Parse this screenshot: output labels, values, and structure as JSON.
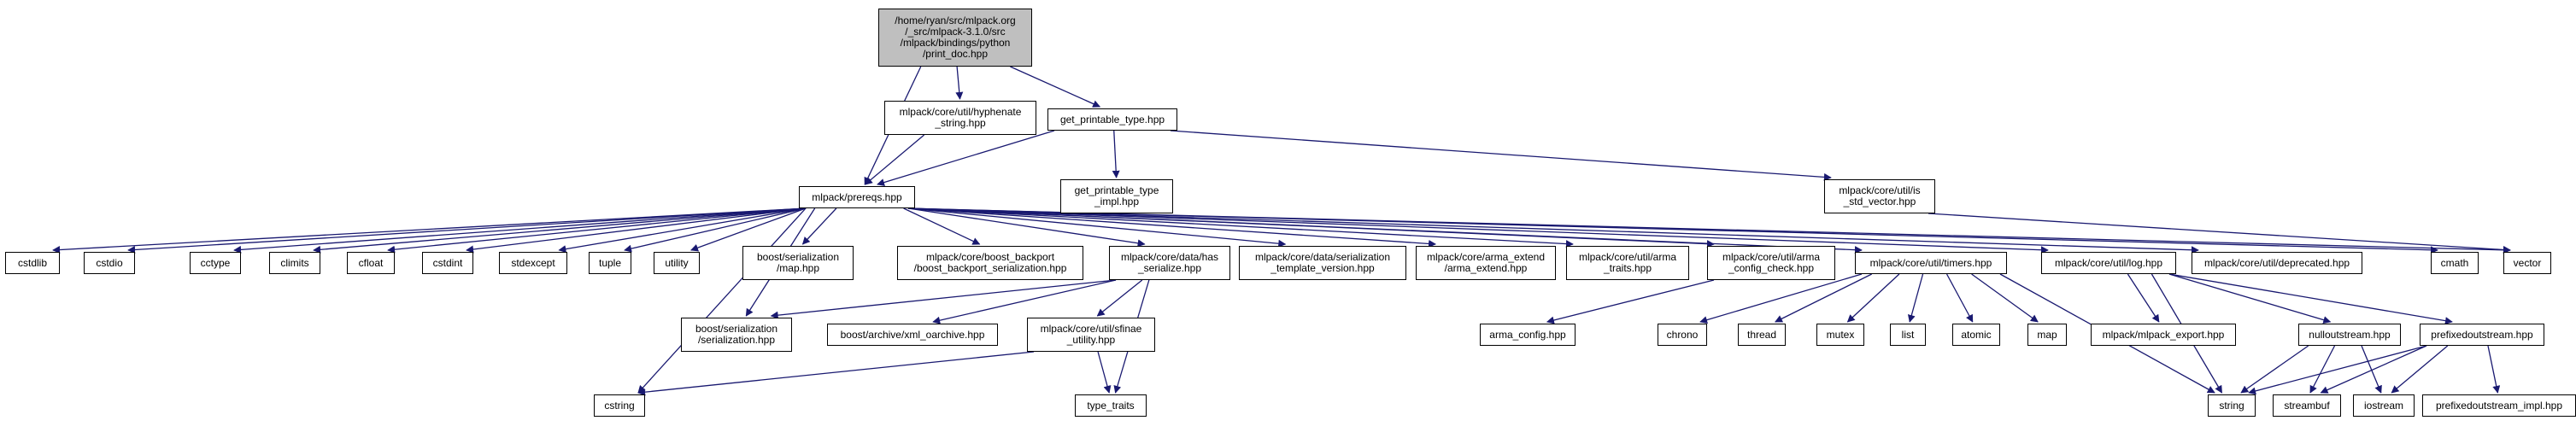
{
  "diagram": {
    "kind": "doxygen-include-dependency-graph",
    "background_color": "#ffffff",
    "edge_color": "#191970",
    "node_border_color": "#000000",
    "node_fill_color": "#ffffff",
    "root_fill_color": "#bfbfbf"
  },
  "nodes": {
    "print_doc": {
      "label": "/home/ryan/src/mlpack.org\n/_src/mlpack-3.1.0/src\n/mlpack/bindings/python\n/print_doc.hpp"
    },
    "hyphenate_string": {
      "label": "mlpack/core/util/hyphenate\n_string.hpp"
    },
    "get_printable_type": {
      "label": "get_printable_type.hpp"
    },
    "prereqs": {
      "label": "mlpack/prereqs.hpp"
    },
    "get_printable_type_impl": {
      "label": "get_printable_type\n_impl.hpp"
    },
    "is_std_vector": {
      "label": "mlpack/core/util/is\n_std_vector.hpp"
    },
    "cstdlib": {
      "label": "cstdlib"
    },
    "cstdio": {
      "label": "cstdio"
    },
    "cctype": {
      "label": "cctype"
    },
    "climits": {
      "label": "climits"
    },
    "cfloat": {
      "label": "cfloat"
    },
    "cstdint": {
      "label": "cstdint"
    },
    "stdexcept": {
      "label": "stdexcept"
    },
    "tuple": {
      "label": "tuple"
    },
    "utility": {
      "label": "utility"
    },
    "ser_map": {
      "label": "boost/serialization\n/map.hpp"
    },
    "boost_backport": {
      "label": "mlpack/core/boost_backport\n/boost_backport_serialization.hpp"
    },
    "has_serialize": {
      "label": "mlpack/core/data/has\n_serialize.hpp"
    },
    "ser_template_version": {
      "label": "mlpack/core/data/serialization\n_template_version.hpp"
    },
    "arma_extend": {
      "label": "mlpack/core/arma_extend\n/arma_extend.hpp"
    },
    "arma_traits": {
      "label": "mlpack/core/util/arma\n_traits.hpp"
    },
    "arma_config_check": {
      "label": "mlpack/core/util/arma\n_config_check.hpp"
    },
    "timers": {
      "label": "mlpack/core/util/timers.hpp"
    },
    "log": {
      "label": "mlpack/core/util/log.hpp"
    },
    "deprecated": {
      "label": "mlpack/core/util/deprecated.hpp"
    },
    "cmath": {
      "label": "cmath"
    },
    "vector": {
      "label": "vector"
    },
    "ser_serialization": {
      "label": "boost/serialization\n/serialization.hpp"
    },
    "xml_oarchive": {
      "label": "boost/archive/xml_oarchive.hpp"
    },
    "sfinae_utility": {
      "label": "mlpack/core/util/sfinae\n_utility.hpp"
    },
    "arma_config": {
      "label": "arma_config.hpp"
    },
    "chrono": {
      "label": "chrono"
    },
    "thread": {
      "label": "thread"
    },
    "mutex": {
      "label": "mutex"
    },
    "list": {
      "label": "list"
    },
    "atomic": {
      "label": "atomic"
    },
    "map": {
      "label": "map"
    },
    "mlpack_export": {
      "label": "mlpack/mlpack_export.hpp"
    },
    "nulloutstream": {
      "label": "nulloutstream.hpp"
    },
    "prefixedoutstream": {
      "label": "prefixedoutstream.hpp"
    },
    "cstring": {
      "label": "cstring"
    },
    "type_traits": {
      "label": "type_traits"
    },
    "string": {
      "label": "string"
    },
    "streambuf": {
      "label": "streambuf"
    },
    "iostream": {
      "label": "iostream"
    },
    "prefixedoutstream_impl": {
      "label": "prefixedoutstream_impl.hpp"
    }
  },
  "edges": [
    {
      "from": "print_doc",
      "to": "hyphenate_string"
    },
    {
      "from": "print_doc",
      "to": "get_printable_type"
    },
    {
      "from": "print_doc",
      "to": "prereqs"
    },
    {
      "from": "hyphenate_string",
      "to": "prereqs"
    },
    {
      "from": "get_printable_type",
      "to": "get_printable_type_impl"
    },
    {
      "from": "get_printable_type",
      "to": "prereqs"
    },
    {
      "from": "get_printable_type",
      "to": "is_std_vector"
    },
    {
      "from": "prereqs",
      "to": "cstdlib"
    },
    {
      "from": "prereqs",
      "to": "cstdio"
    },
    {
      "from": "prereqs",
      "to": "cstring"
    },
    {
      "from": "prereqs",
      "to": "cctype"
    },
    {
      "from": "prereqs",
      "to": "climits"
    },
    {
      "from": "prereqs",
      "to": "cfloat"
    },
    {
      "from": "prereqs",
      "to": "cstdint"
    },
    {
      "from": "prereqs",
      "to": "stdexcept"
    },
    {
      "from": "prereqs",
      "to": "tuple"
    },
    {
      "from": "prereqs",
      "to": "utility"
    },
    {
      "from": "prereqs",
      "to": "ser_serialization"
    },
    {
      "from": "prereqs",
      "to": "ser_map"
    },
    {
      "from": "prereqs",
      "to": "boost_backport"
    },
    {
      "from": "prereqs",
      "to": "has_serialize"
    },
    {
      "from": "prereqs",
      "to": "ser_template_version"
    },
    {
      "from": "prereqs",
      "to": "arma_extend"
    },
    {
      "from": "prereqs",
      "to": "arma_traits"
    },
    {
      "from": "prereqs",
      "to": "arma_config_check"
    },
    {
      "from": "prereqs",
      "to": "timers"
    },
    {
      "from": "prereqs",
      "to": "log"
    },
    {
      "from": "prereqs",
      "to": "deprecated"
    },
    {
      "from": "prereqs",
      "to": "cmath"
    },
    {
      "from": "prereqs",
      "to": "vector"
    },
    {
      "from": "is_std_vector",
      "to": "vector"
    },
    {
      "from": "has_serialize",
      "to": "ser_serialization"
    },
    {
      "from": "has_serialize",
      "to": "xml_oarchive"
    },
    {
      "from": "has_serialize",
      "to": "sfinae_utility"
    },
    {
      "from": "has_serialize",
      "to": "type_traits"
    },
    {
      "from": "sfinae_utility",
      "to": "type_traits"
    },
    {
      "from": "sfinae_utility",
      "to": "cstring"
    },
    {
      "from": "arma_config_check",
      "to": "arma_config"
    },
    {
      "from": "timers",
      "to": "chrono"
    },
    {
      "from": "timers",
      "to": "thread"
    },
    {
      "from": "timers",
      "to": "mutex"
    },
    {
      "from": "timers",
      "to": "list"
    },
    {
      "from": "timers",
      "to": "atomic"
    },
    {
      "from": "timers",
      "to": "map"
    },
    {
      "from": "timers",
      "to": "string"
    },
    {
      "from": "log",
      "to": "string"
    },
    {
      "from": "log",
      "to": "mlpack_export"
    },
    {
      "from": "log",
      "to": "nulloutstream"
    },
    {
      "from": "log",
      "to": "prefixedoutstream"
    },
    {
      "from": "nulloutstream",
      "to": "string"
    },
    {
      "from": "nulloutstream",
      "to": "streambuf"
    },
    {
      "from": "nulloutstream",
      "to": "iostream"
    },
    {
      "from": "prefixedoutstream",
      "to": "string"
    },
    {
      "from": "prefixedoutstream",
      "to": "streambuf"
    },
    {
      "from": "prefixedoutstream",
      "to": "iostream"
    },
    {
      "from": "prefixedoutstream",
      "to": "prefixedoutstream_impl"
    }
  ]
}
